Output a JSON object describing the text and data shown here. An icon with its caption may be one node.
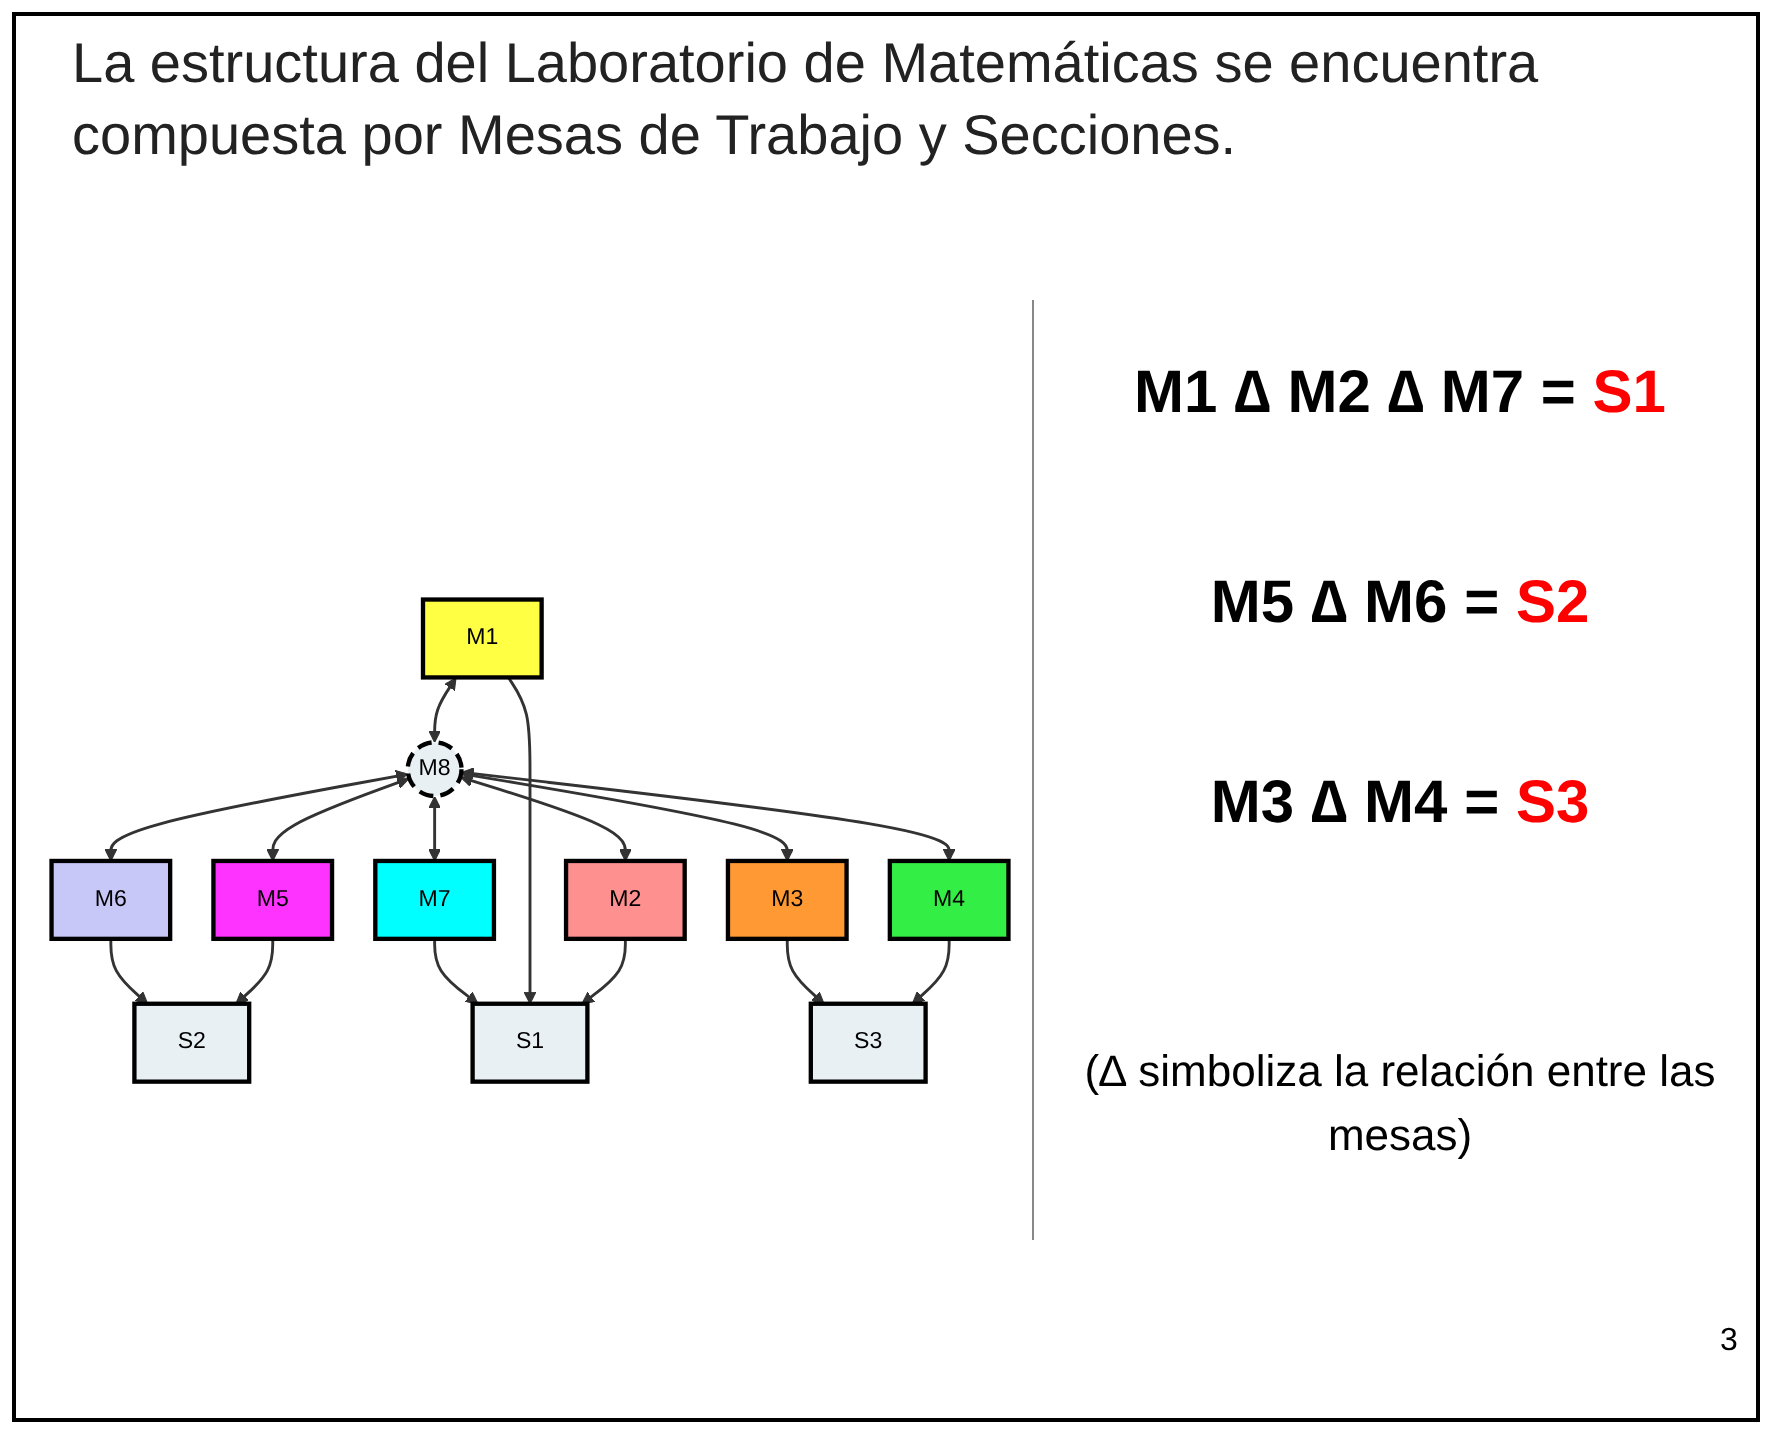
{
  "diagram": {
    "title": "La estructura del Laboratorio de Matemáticas se encuentra compuesta por Mesas de Trabajo y Secciones.",
    "nodes": [
      {
        "text": [
          "S2"
        ]
      },
      {
        "text": [
          "M6"
        ]
      },
      {
        "text": [
          "S1"
        ]
      },
      {
        "text": [
          "M7"
        ]
      },
      {
        "text": [
          "M5"
        ]
      },
      {
        "text": [
          "M1"
        ]
      },
      {
        "text": [
          "M8"
        ]
      },
      {
        "text": [
          "M4"
        ]
      },
      {
        "text": [
          "M2"
        ]
      },
      {
        "text": [
          "M3"
        ]
      },
      {
        "text": [
          "S3"
        ]
      }
    ],
    "edges": [
      {
        "from": 6,
        "to": 1,
        "arrow": "both"
      },
      {
        "from": 6,
        "to": 3,
        "arrow": "both"
      },
      {
        "from": 6,
        "to": 4,
        "arrow": "both"
      },
      {
        "from": 5,
        "to": 6,
        "arrow": "both"
      },
      {
        "from": 6,
        "to": 7,
        "arrow": "both"
      },
      {
        "from": 6,
        "to": 8,
        "arrow": "both"
      },
      {
        "from": 6,
        "to": 9,
        "arrow": "both"
      },
      {
        "from": 3,
        "to": 2,
        "arrow": "to"
      },
      {
        "from": 5,
        "to": 2,
        "arrow": "to"
      },
      {
        "from": 8,
        "to": 2,
        "arrow": "to"
      },
      {
        "from": 1,
        "to": 0,
        "arrow": "to"
      },
      {
        "from": 4,
        "to": 0,
        "arrow": "to"
      },
      {
        "from": 9,
        "to": 10,
        "arrow": "to"
      },
      {
        "from": 7,
        "to": 10,
        "arrow": "to"
      }
    ],
    "labels": [
      "M1 ∆ M2 ∆ M7 = S1",
      "M5 ∆ M6 = S2",
      "M3 ∆ M4 = S3",
      "(∆ simboliza la relación entre las mesas)",
      "3"
    ]
  }
}
